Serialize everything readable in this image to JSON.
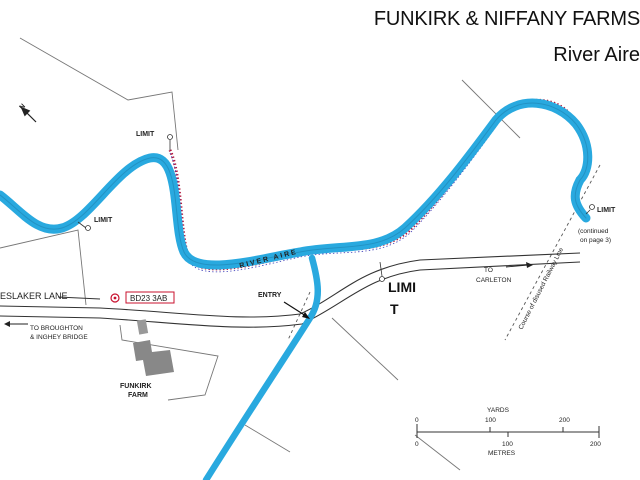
{
  "title": "FUNKIRK & NIFFANY FARMS",
  "subtitle": "River Aire",
  "north_label": "N",
  "river_name": "RIVER AIRE",
  "limit_labels": [
    "LIMIT",
    "LIMIT",
    "LIMIT"
  ],
  "limit_big": [
    "LIMI",
    "T"
  ],
  "continued_note": [
    "(continued",
    "on page 3)"
  ],
  "roads": {
    "lane": "ESLAKER LANE",
    "to_broughton_1": "TO BROUGHTON",
    "to_broughton_2": "& INGHEY BRIDGE",
    "to_carleton_1": "TO",
    "to_carleton_2": "CARLETON",
    "railway": "Course of disused Railway Line"
  },
  "entry_label": "ENTRY",
  "postcode": "BD23 3AB",
  "farm_1": "FUNKIRK",
  "farm_2": "FARM",
  "scale": {
    "yards_title": "YARDS",
    "yards_ticks": [
      "0",
      "100",
      "200"
    ],
    "metres_title": "METRES",
    "metres_ticks": [
      "0",
      "100",
      "200"
    ]
  },
  "colors": {
    "river": "#29a9df",
    "bank_dots": "#b2183c",
    "postcode": "#c8102e"
  }
}
